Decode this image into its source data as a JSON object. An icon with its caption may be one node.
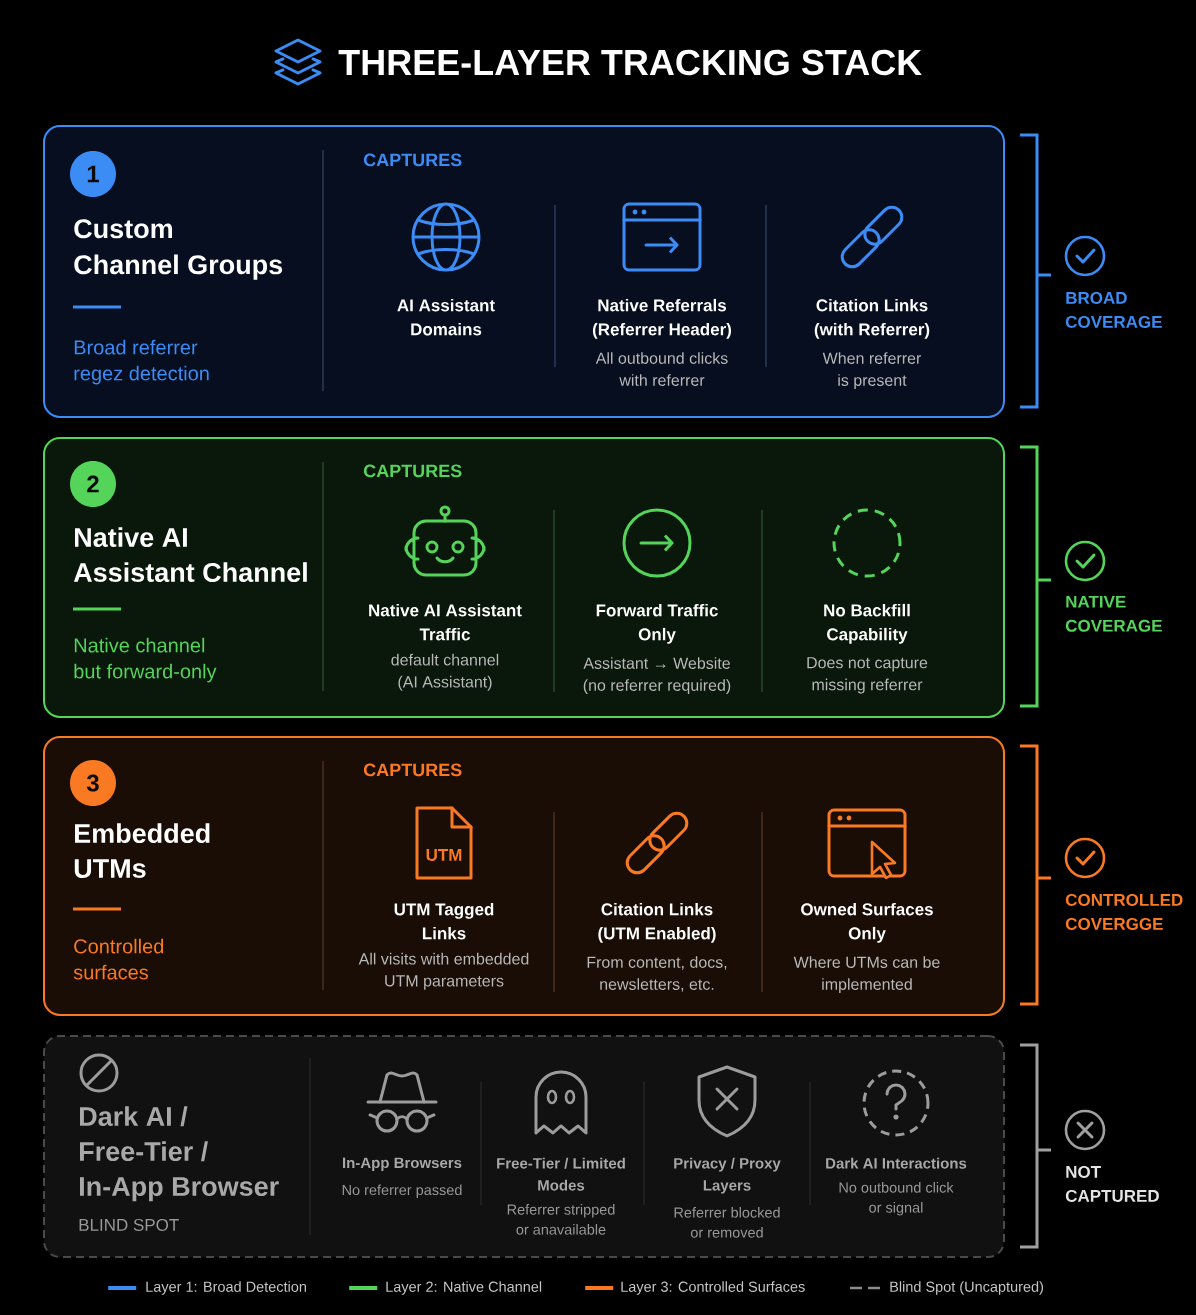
{
  "diagram": {
    "title": "THREE-LAYER TRACKING STACK",
    "nodes": [
      {
        "text": [
          "Custom Channel Groups",
          "Broad referrer regez detection",
          "CAPTURES"
        ],
        "beside": [
          "BROAD COVERAGE"
        ]
      },
      {
        "text": [
          "1"
        ],
        "in": 0
      },
      {
        "text": [
          "AI Assistant Domains"
        ],
        "in": 0
      },
      {
        "text": [
          "Native Referrals (Referrer Header)",
          "All outbound clicks with referrer"
        ],
        "in": 0
      },
      {
        "text": [
          "Citation Links (with Referrer)",
          "When referrer is present"
        ],
        "in": 0
      },
      {
        "text": [
          "Native AI Assistant Channel",
          "Native channel but forward-only",
          "CAPTURES"
        ],
        "beside": [
          "NATIVE COVERAGE"
        ]
      },
      {
        "text": [
          "2"
        ],
        "in": 5
      },
      {
        "text": [
          "Native AI Assistant Traffic",
          "default channel (AI Assistant)"
        ],
        "in": 5
      },
      {
        "text": [
          "Forward Traffic Only",
          "Assistant → Website (no referrer required)"
        ],
        "in": 5
      },
      {
        "text": [
          "No Backfill Capability",
          "Does not capture missing referrer"
        ],
        "in": 5
      },
      {
        "text": [
          "Embedded UTMs",
          "Controlled surfaces",
          "CAPTURES"
        ],
        "beside": [
          "CONTROLLED COVERGGE"
        ]
      },
      {
        "text": [
          "3"
        ],
        "in": 10
      },
      {
        "text": [
          "UTM Tagged Links",
          "All visits with embedded UTM parameters"
        ],
        "in": 10
      },
      {
        "text": [
          "Citation Links (UTM Enabled)",
          "From content, docs, newsletters, etc."
        ],
        "in": 10
      },
      {
        "text": [
          "Owned Surfaces Only",
          "Where UTMs can be implemented"
        ],
        "in": 10
      },
      {
        "text": [
          "Dark AI / Free-Tier / In-App Browser",
          "BLIND SPOT"
        ],
        "beside": [
          "NOT CAPTURED"
        ]
      },
      {
        "text": [
          "In-App Browsers",
          "No referrer passed"
        ],
        "in": 15
      },
      {
        "text": [
          "Free-Tier / Limited Modes",
          "Referrer stripped or anavailable"
        ],
        "in": 15
      },
      {
        "text": [
          "Privacy / Proxy Layers",
          "Referrer blocked or removed"
        ],
        "in": 15
      },
      {
        "text": [
          "Dark AI Interactions",
          "No outbound click or signal"
        ],
        "in": 15
      }
    ],
    "labels": [
      "UTM"
    ],
    "legend": [
      {
        "text": "Layer 1: Broad Detection",
        "color": "#3b8cf5"
      },
      {
        "text": "Layer 2: Native Channel",
        "color": "#55d45a"
      },
      {
        "text": "Layer 3: Controlled Surfaces",
        "color": "#f97a22"
      },
      {
        "text": "Blind Spot (Uncaptured)"
      }
    ]
  }
}
